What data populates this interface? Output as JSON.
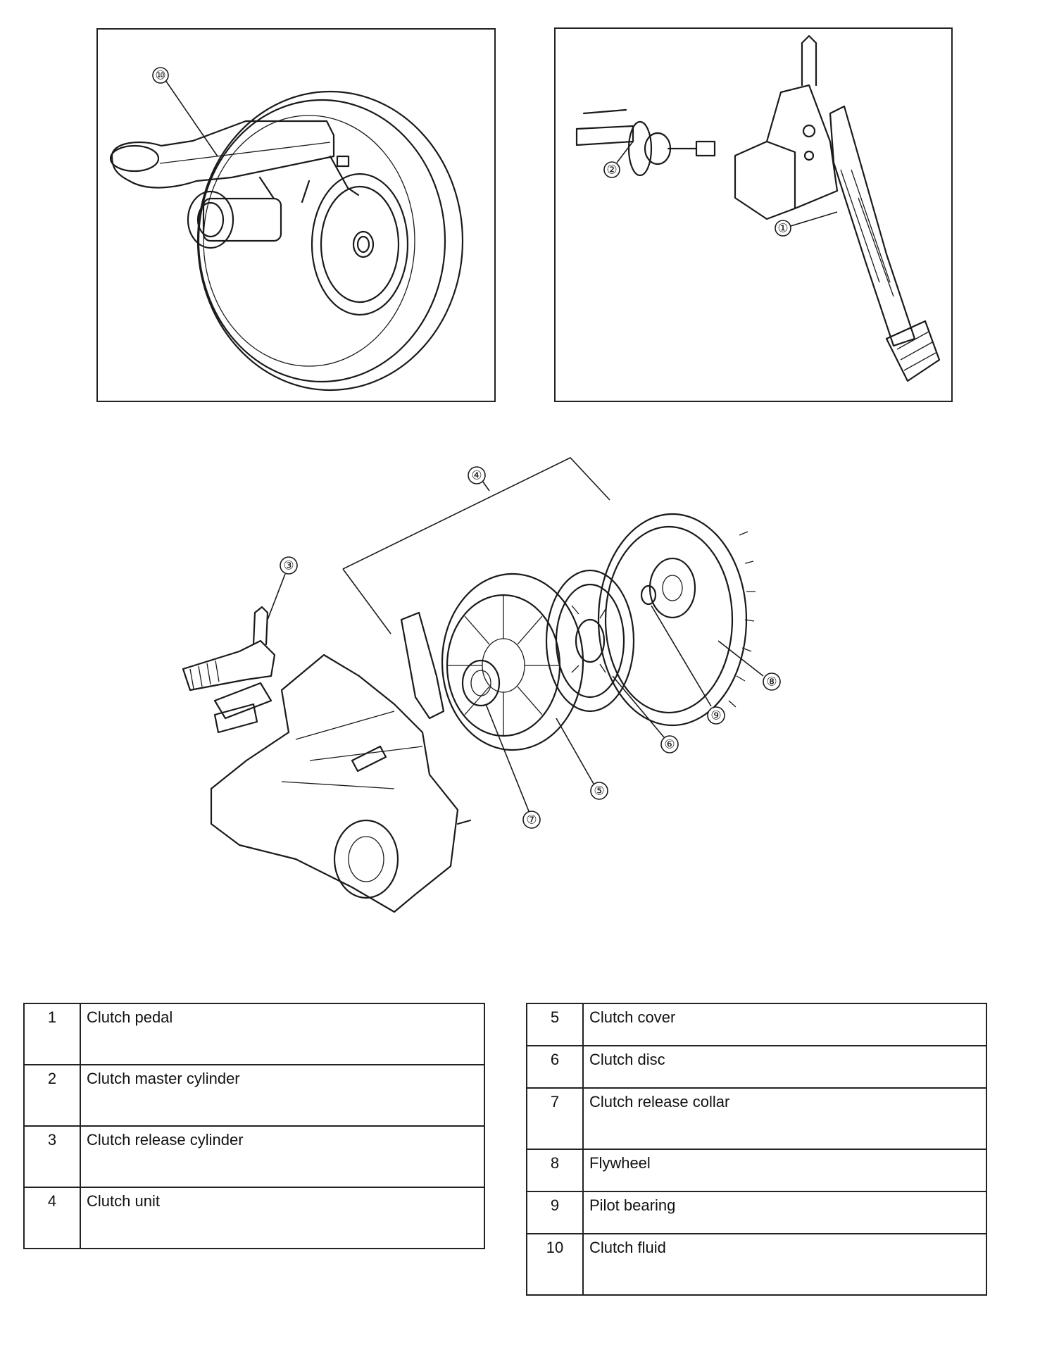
{
  "callouts": {
    "c1": "①",
    "c2": "②",
    "c3": "③",
    "c4": "④",
    "c5": "⑤",
    "c6": "⑥",
    "c7": "⑦",
    "c8": "⑧",
    "c9": "⑨",
    "c10": "⑩"
  },
  "legend_left": [
    {
      "num": "1",
      "label": "Clutch pedal"
    },
    {
      "num": "2",
      "label": "Clutch master cylinder"
    },
    {
      "num": "3",
      "label": "Clutch release cylinder"
    },
    {
      "num": "4",
      "label": "Clutch unit"
    }
  ],
  "legend_right": [
    {
      "num": "5",
      "label": "Clutch cover"
    },
    {
      "num": "6",
      "label": "Clutch disc"
    },
    {
      "num": "7",
      "label": "Clutch release collar"
    },
    {
      "num": "8",
      "label": "Flywheel"
    },
    {
      "num": "9",
      "label": "Pilot bearing"
    },
    {
      "num": "10",
      "label": "Clutch fluid"
    }
  ]
}
